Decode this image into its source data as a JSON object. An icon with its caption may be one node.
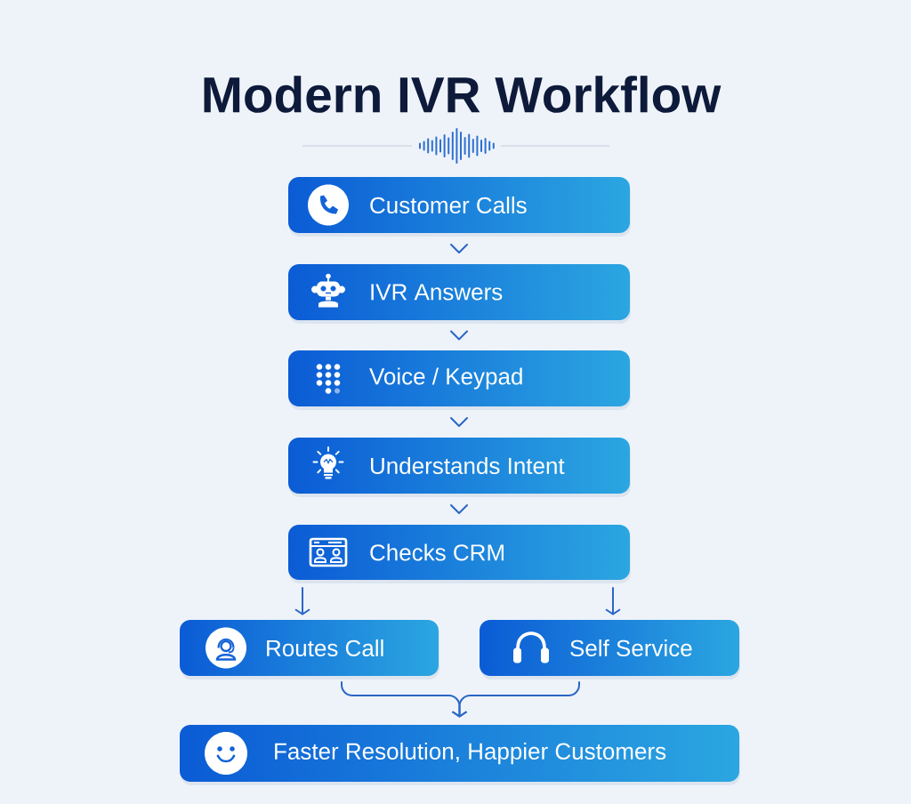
{
  "diagram": {
    "title": "Modern IVR Workflow",
    "nodes": [
      {
        "text": [
          "Customer Calls"
        ]
      },
      {
        "text": [
          "IVR Answers"
        ]
      },
      {
        "text": [
          "Voice / Keypad"
        ]
      },
      {
        "text": [
          "Understands Intent"
        ]
      },
      {
        "text": [
          "Checks CRM"
        ]
      },
      {
        "text": [
          "Routes Call"
        ]
      },
      {
        "text": [
          "Self Service"
        ]
      },
      {
        "text": [
          "Faster Resolution, Happier Customers"
        ]
      }
    ],
    "edges": [
      {
        "from": 0,
        "to": 1,
        "arrow": "to"
      },
      {
        "from": 1,
        "to": 2,
        "arrow": "to"
      },
      {
        "from": 2,
        "to": 3,
        "arrow": "to"
      },
      {
        "from": 3,
        "to": 4,
        "arrow": "to"
      },
      {
        "from": 4,
        "to": 5,
        "arrow": "to"
      },
      {
        "from": 4,
        "to": 6,
        "arrow": "to"
      },
      {
        "from": 5,
        "to": 7,
        "arrow": "to"
      },
      {
        "from": 6,
        "to": 7,
        "arrow": "to"
      }
    ]
  }
}
